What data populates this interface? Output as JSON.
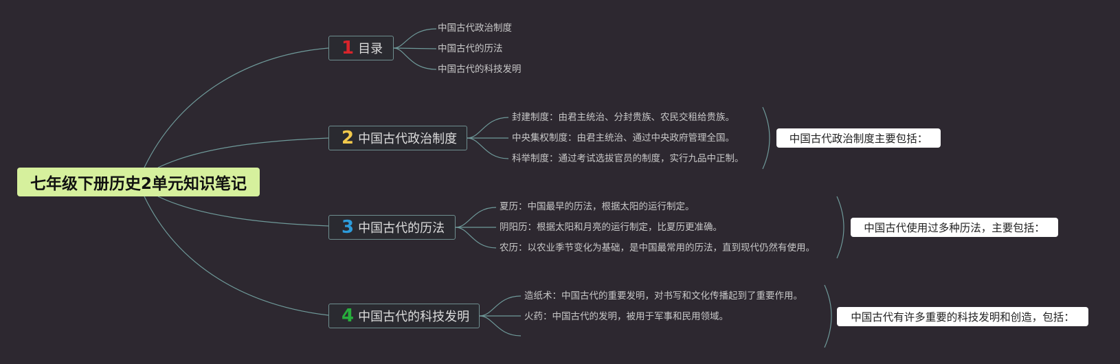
{
  "root": {
    "title": "七年级下册历史2单元知识笔记"
  },
  "topics": [
    {
      "number": "1",
      "number_color": "#d9242b",
      "label": "目录",
      "leaves": [
        "中国古代政治制度",
        "中国古代的历法",
        "中国古代的科技发明"
      ]
    },
    {
      "number": "2",
      "number_color": "#f2c94c",
      "label": "中国古代政治制度",
      "leaves": [
        "封建制度：由君主统治、分封贵族、农民交租给贵族。",
        "中央集权制度：由君主统治、通过中央政府管理全国。",
        "科举制度：通过考试选拔官员的制度，实行九品中正制。"
      ],
      "summary": "中国古代政治制度主要包括："
    },
    {
      "number": "3",
      "number_color": "#2d9cdb",
      "label": "中国古代的历法",
      "leaves": [
        "夏历：中国最早的历法，根据太阳的运行制定。",
        "阴阳历：根据太阳和月亮的运行制定，比夏历更准确。",
        "农历：以农业季节变化为基础，是中国最常用的历法，直到现代仍然有使用。"
      ],
      "summary": "中国古代使用过多种历法，主要包括："
    },
    {
      "number": "4",
      "number_color": "#27ae3c",
      "label": "中国古代的科技发明",
      "leaves": [
        "造纸术：中国古代的重要发明，对书写和文化传播起到了重要作用。",
        "火药：中国古代的发明，被用于军事和民用领域。"
      ],
      "summary": "中国古代有许多重要的科技发明和创造，包括："
    }
  ],
  "colors": {
    "background": "#2d2830",
    "root_fill": "#d6f09d",
    "connector": "#6f9a9a",
    "summary_fill": "#ffffff"
  }
}
